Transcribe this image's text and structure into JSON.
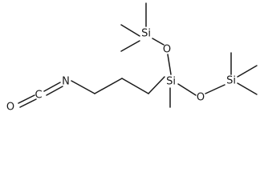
{
  "molecule": {
    "atoms": {
      "O_isocyanate": "O",
      "C_isocyanate": "C",
      "N": "N",
      "Si_top": "Si",
      "O_top": "O",
      "Si_center": "Si",
      "O_right": "O",
      "Si_right": "Si"
    }
  }
}
